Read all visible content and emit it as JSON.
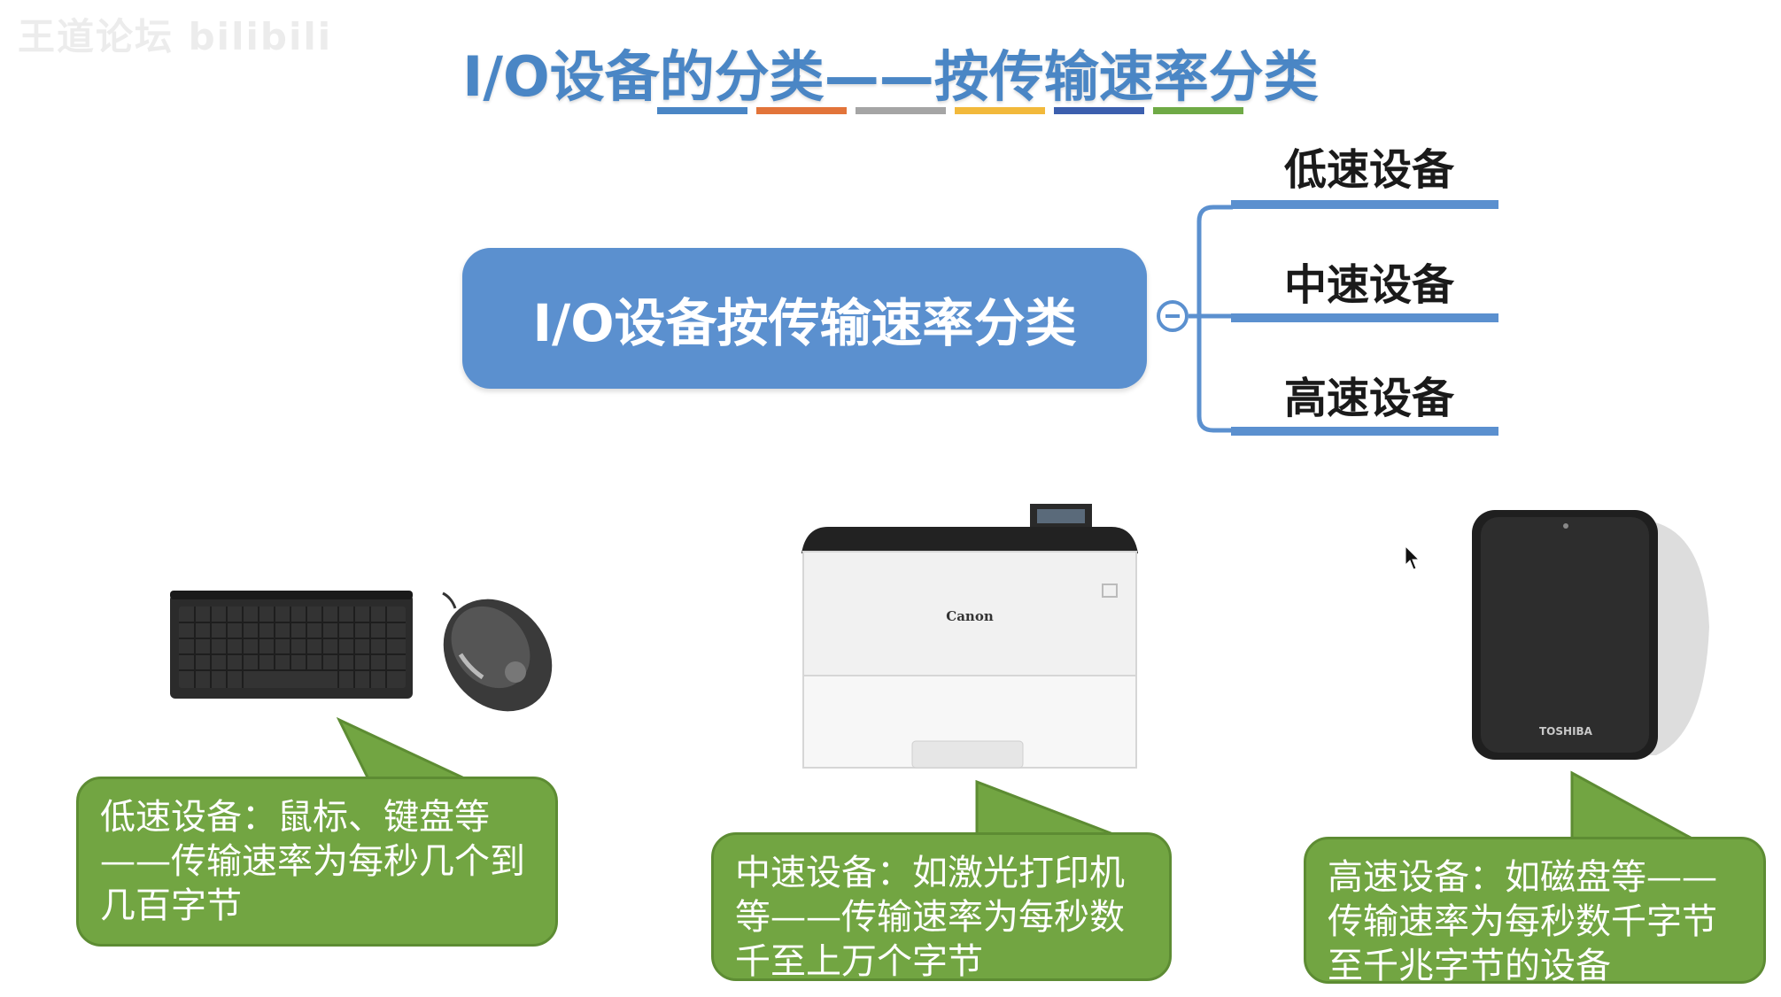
{
  "watermark": "王道论坛 bilibili",
  "slide": {
    "title": "I/O设备的分类——按传输速率分类",
    "title_stripe_colors": [
      "#4a86c5",
      "#e2743a",
      "#a5a5a5",
      "#f2b93b",
      "#3c5fae",
      "#6faa46"
    ]
  },
  "mindmap": {
    "root": "I/O设备按传输速率分类",
    "branches": [
      {
        "label": "低速设备"
      },
      {
        "label": "中速设备"
      },
      {
        "label": "高速设备"
      }
    ]
  },
  "devices": {
    "printer_brand": "Canon",
    "drive_brand": "TOSHIBA"
  },
  "callouts": [
    {
      "text": "低速设备：鼠标、键盘等——传输速率为每秒几个到几百字节"
    },
    {
      "text": "中速设备：如激光打印机等——传输速率为每秒数千至上万个字节"
    },
    {
      "text": "高速设备：如磁盘等——传输速率为每秒数千字节至千兆字节的设备"
    }
  ],
  "colors": {
    "accent_blue": "#5b90cf",
    "callout_green": "#72a542"
  }
}
